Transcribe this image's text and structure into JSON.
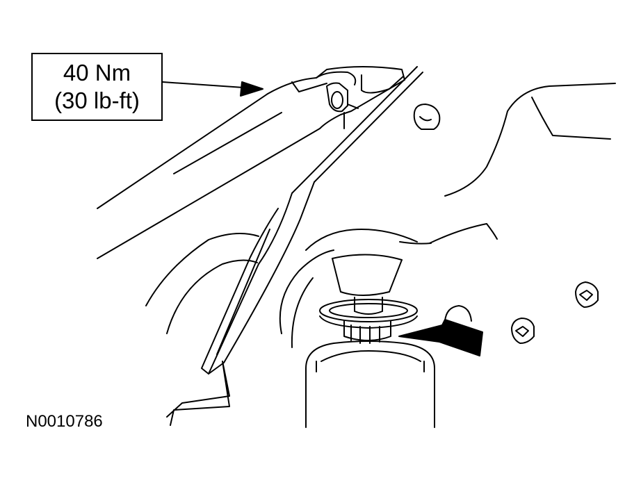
{
  "callout": {
    "torque_metric": "40 Nm",
    "torque_imperial": "(30 lb-ft)"
  },
  "figure": {
    "id": "N0010786"
  },
  "colors": {
    "line": "#000000",
    "background": "#ffffff"
  }
}
